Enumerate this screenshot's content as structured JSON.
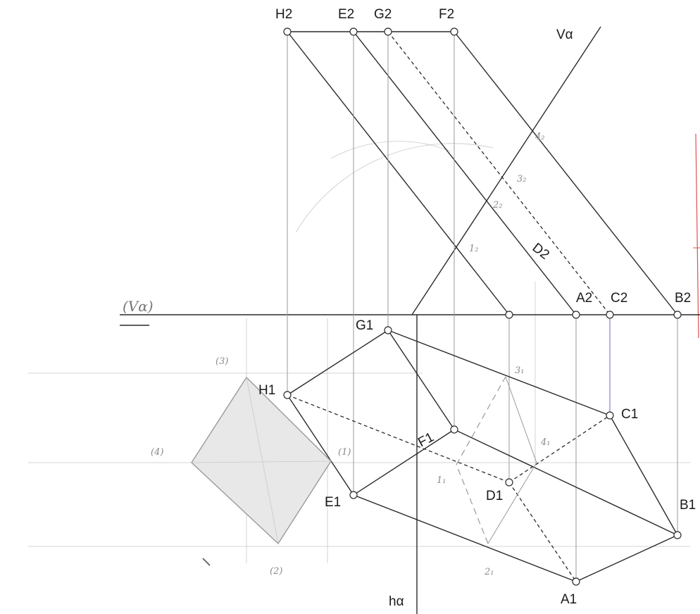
{
  "labels": {
    "H2": "H2",
    "E2": "E2",
    "G2": "G2",
    "F2": "F2",
    "V_alpha": "Vα",
    "D2": "D2",
    "A2": "A2",
    "C2": "C2",
    "B2": "B2",
    "V_alpha_axis": "(Vα)",
    "G1": "G1",
    "H1": "H1",
    "C1": "C1",
    "F1": "F1",
    "E1": "E1",
    "D1": "D1",
    "B1": "B1",
    "A1": "A1",
    "h_alpha": "hα"
  },
  "handwritten": {
    "p4_2": "4₂",
    "p3_2": "3₂",
    "p2_2": "2₂",
    "p1_2": "1₂",
    "p3_1": "3₁",
    "p4_1": "4₁",
    "p1_1": "1₁",
    "p2_1": "2₁",
    "t3": "(3)",
    "t4": "(4)",
    "t1": "(1)",
    "t2": "(2)"
  },
  "colors": {
    "ink": "#2a2a2a",
    "construction": "#9a9a9a",
    "red_margin": "#e05050",
    "blue_link": "#6a6ad0"
  }
}
